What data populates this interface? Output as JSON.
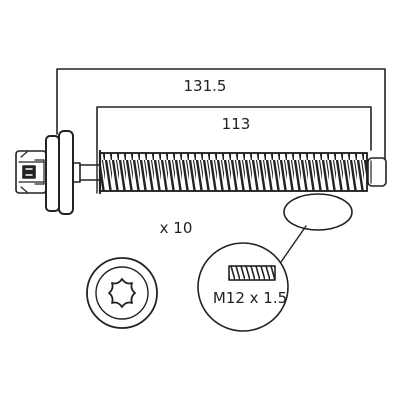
{
  "diagram": {
    "overall_length": "131.5",
    "thread_length": "113",
    "quantity": "x 10",
    "thread_spec": "M12 x 1.5",
    "head_drive": "torx-icon",
    "colors": {
      "line": "#222222",
      "background": "#ffffff"
    }
  }
}
